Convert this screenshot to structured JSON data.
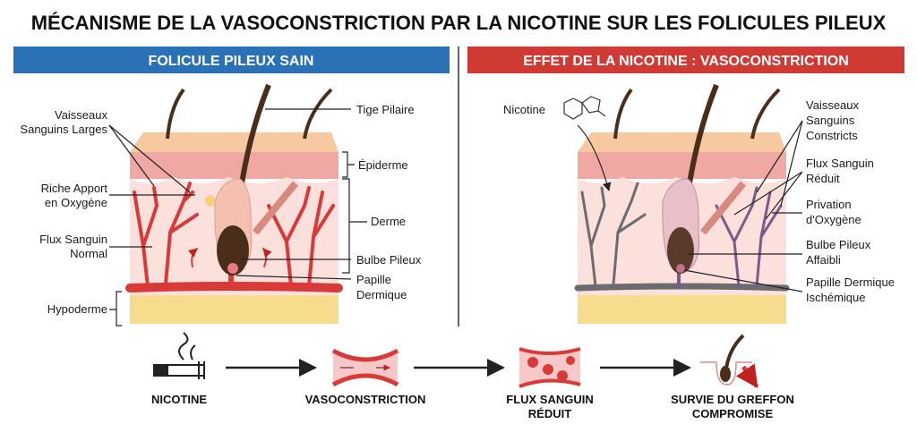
{
  "title": "MÉCANISME DE LA VASOCONSTRICTION PAR LA NICOTINE SUR LES FOLICULES PILEUX",
  "colors": {
    "healthy_banner": "#2a72b5",
    "nicotine_banner": "#d03a35",
    "vessel": "#d83a3a",
    "constricted": "#6b6b70"
  },
  "left_panel": {
    "banner": "FOLICULE PILEUX SAIN",
    "labels": {
      "vessels_1": "Vaisseaux",
      "vessels_2": "Sanguins Larges",
      "oxygen_1": "Riche Apport",
      "oxygen_2": "en Oxygène",
      "flow_1": "Flux Sanguin",
      "flow_2": "Normal",
      "hypoderm": "Hypoderme",
      "shaft": "Tige Pilaire",
      "epiderm": "Épiderme",
      "derm": "Derme",
      "bulb": "Bulbe Pileux",
      "papilla_1": "Papille",
      "papilla_2": "Dermique"
    }
  },
  "right_panel": {
    "banner": "EFFET DE LA NICOTINE : VASOCONSTRICTION",
    "labels": {
      "nicotine": "Nicotine",
      "vessels_1": "Vaisseaux",
      "vessels_2": "Sanguins",
      "vessels_3": "Constricts",
      "flow_1": "Flux Sanguin",
      "flow_2": "Réduit",
      "oxygen_1": "Privation",
      "oxygen_2": "d'Oxygène",
      "bulb_1": "Bulbe Pileux",
      "bulb_2": "Affaibli",
      "papilla_1": "Papille Dermique",
      "papilla_2": "Ischémique"
    }
  },
  "flow": [
    {
      "icon": "cigarette-icon",
      "label_1": "NICOTINE",
      "label_2": ""
    },
    {
      "icon": "constricted-vessel-icon",
      "label_1": "VASOCONSTRICTION",
      "label_2": ""
    },
    {
      "icon": "reduced-flow-icon",
      "label_1": "FLUX SANGUIN",
      "label_2": "RÉDUIT"
    },
    {
      "icon": "compromised-graft-icon",
      "label_1": "SURVIE DU GREFFON",
      "label_2": "COMPROMISE"
    }
  ]
}
